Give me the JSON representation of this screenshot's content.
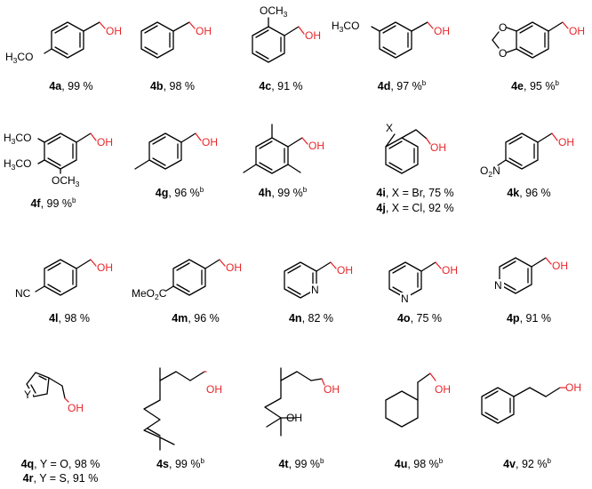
{
  "compounds": [
    {
      "id": "4a",
      "yield": ", 99 %",
      "note": ""
    },
    {
      "id": "4b",
      "yield": ", 98 %",
      "note": ""
    },
    {
      "id": "4c",
      "yield": ", 91 %",
      "note": ""
    },
    {
      "id": "4d",
      "yield": ", 97 %",
      "note": "b"
    },
    {
      "id": "4e",
      "yield": ", 95 %",
      "note": "b"
    },
    {
      "id": "4f",
      "yield": ", 99 %",
      "note": "b"
    },
    {
      "id": "4g",
      "yield": ", 96 %",
      "note": "b"
    },
    {
      "id": "4h",
      "yield": ", 99 %",
      "note": "b"
    },
    {
      "id": "4i",
      "yield": ", X = Br, 75 %",
      "note": ""
    },
    {
      "id": "4j",
      "yield": ", X = Cl, 92 %",
      "note": ""
    },
    {
      "id": "4k",
      "yield": ", 96 %",
      "note": ""
    },
    {
      "id": "4l",
      "yield": ", 98 %",
      "note": ""
    },
    {
      "id": "4m",
      "yield": ", 96 %",
      "note": ""
    },
    {
      "id": "4n",
      "yield": ", 82 %",
      "note": ""
    },
    {
      "id": "4o",
      "yield": ", 75 %",
      "note": ""
    },
    {
      "id": "4p",
      "yield": ", 91 %",
      "note": ""
    },
    {
      "id": "4q",
      "yield": ", Y = O, 98 %",
      "note": ""
    },
    {
      "id": "4r",
      "yield": ", Y = S, 91 %",
      "note": ""
    },
    {
      "id": "4s",
      "yield": ", 99 %",
      "note": "b"
    },
    {
      "id": "4t",
      "yield": ", 99 %",
      "note": "b"
    },
    {
      "id": "4u",
      "yield": ", 98 %",
      "note": "b"
    },
    {
      "id": "4v",
      "yield": ", 92 %",
      "note": "b"
    }
  ],
  "atom_labels": {
    "oh": "OH",
    "o": "O",
    "n": "N",
    "x": "X",
    "y": "Y",
    "och3_c": "OCH",
    "h3co_h": "H",
    "h3co_tail": "CO",
    "three": "3",
    "h3co_combo": "H3CO",
    "nc": "NC",
    "meo2c": "MeO",
    "two": "2",
    "c": "C",
    "o2n": "O",
    "ch3_sub": "3"
  },
  "colors": {
    "hydroxyl": "#e8262a",
    "bond": "#000000",
    "background": "#ffffff"
  }
}
